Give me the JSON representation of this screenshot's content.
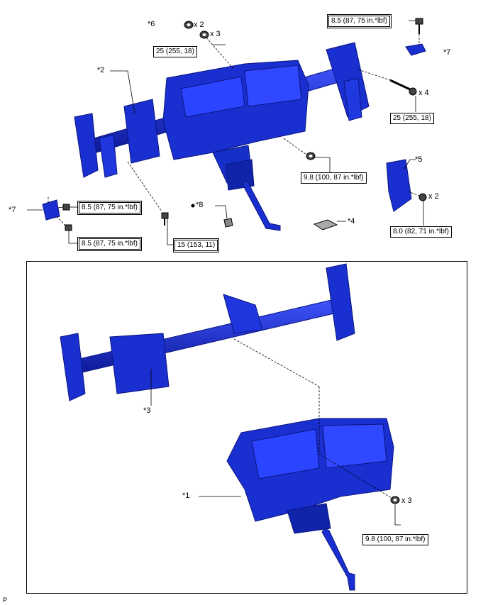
{
  "callouts": {
    "c1": "*1",
    "c2": "*2",
    "c3": "*3",
    "c4": "*4",
    "c5": "*5",
    "c6": "*6",
    "c7a": "*7",
    "c7b": "*7",
    "c8": "*8"
  },
  "quantities": {
    "q6": "x 2",
    "q_nut3": "x 3",
    "q_bolt4": "x 4",
    "q_nut2": "x 2",
    "q_bottom3": "x 3"
  },
  "torques": {
    "t_top_center": "25 (255, 18)",
    "t_top_right": "8.5 (87, 75 in.*lbf)",
    "t_right_bolt": "25 (255, 18)",
    "t_mid_nut": "9.8 (100, 87 in.*lbf)",
    "t_nut_right": "8.0 (82, 71 in.*lbf)",
    "t_left_a": "8.5 (87, 75 in.*lbf)",
    "t_left_b": "8.5 (87, 75 in.*lbf)",
    "t_center_bolt": "15 (153, 11)",
    "t_bottom": "9.8 (100, 87 in.*lbf)"
  },
  "marker": "P",
  "colors": {
    "part_blue": "#1a2fd0",
    "part_dark": "#0a1580",
    "line": "#000000"
  }
}
